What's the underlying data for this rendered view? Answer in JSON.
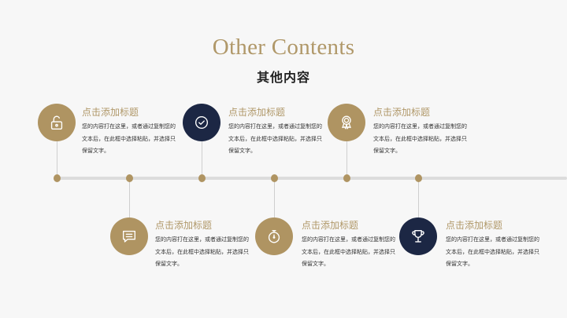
{
  "header": {
    "title_en": "Other Contents",
    "title_cn": "其他内容"
  },
  "colors": {
    "gold": "#af9462",
    "navy": "#1c2744",
    "title_gold": "#b09869",
    "background": "#f7f7f7"
  },
  "timeline": {
    "items": [
      {
        "position": "top",
        "icon": "unlock-icon",
        "color": "gold",
        "title": "点击添加标题",
        "body": "您的内容打在这里，或者通过复制您的文本后，在此框中选择粘贴，并选择只保留文字。"
      },
      {
        "position": "bottom",
        "icon": "message-icon",
        "color": "gold",
        "title": "点击添加标题",
        "body": "您的内容打在这里，或者通过复制您的文本后，在此框中选择粘贴，并选择只保留文字。"
      },
      {
        "position": "top",
        "icon": "check-circle-icon",
        "color": "navy",
        "title": "点击添加标题",
        "body": "您的内容打在这里，或者通过复制您的文本后，在此框中选择粘贴，并选择只保留文字。"
      },
      {
        "position": "bottom",
        "icon": "stopwatch-icon",
        "color": "gold",
        "title": "点击添加标题",
        "body": "您的内容打在这里，或者通过复制您的文本后，在此框中选择粘贴，并选择只保留文字。"
      },
      {
        "position": "top",
        "icon": "award-icon",
        "color": "gold",
        "title": "点击添加标题",
        "body": "您的内容打在这里，或者通过复制您的文本后，在此框中选择粘贴，并选择只保留文字。"
      },
      {
        "position": "bottom",
        "icon": "trophy-icon",
        "color": "navy",
        "title": "点击添加标题",
        "body": "您的内容打在这里，或者通过复制您的文本后，在此框中选择粘贴，并选择只保留文字。"
      }
    ]
  }
}
